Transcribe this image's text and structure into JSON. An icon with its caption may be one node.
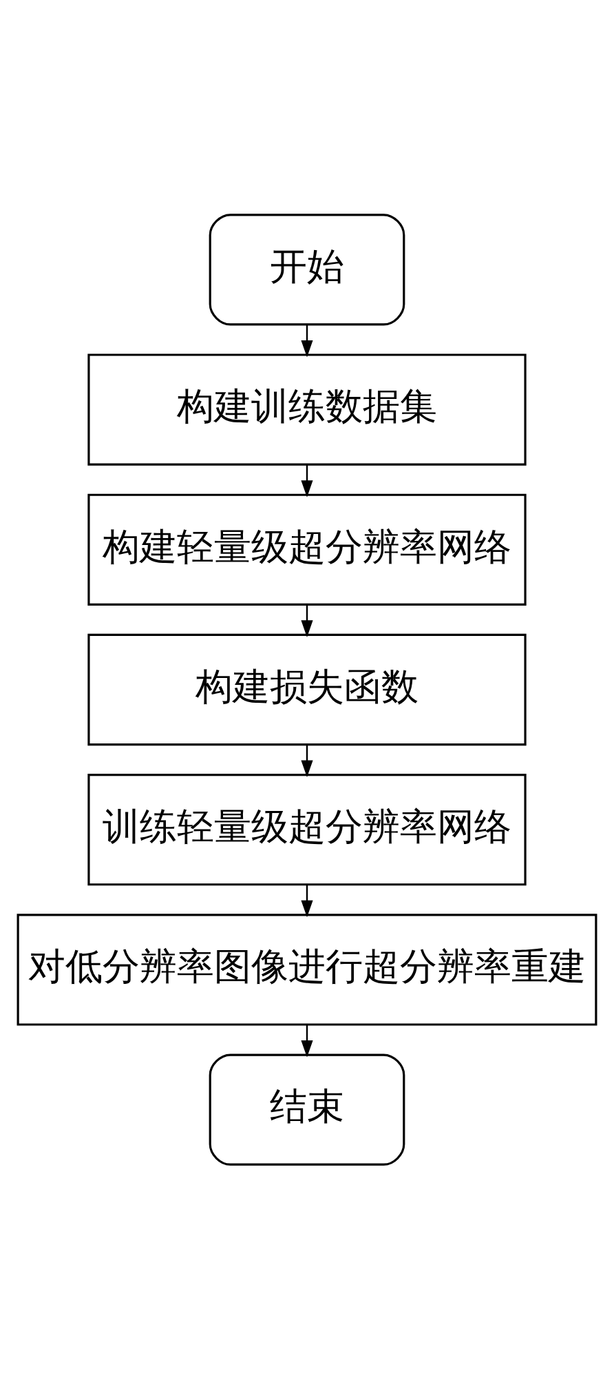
{
  "diagram": {
    "nodes": [
      {
        "text": [
          "开始"
        ]
      },
      {
        "text": [
          "构建训练数据集"
        ]
      },
      {
        "text": [
          "构建轻量级超分辨率网络"
        ]
      },
      {
        "text": [
          "构建损失函数"
        ]
      },
      {
        "text": [
          "训练轻量级超分辨率网络"
        ]
      },
      {
        "text": [
          "对低分辨率图像进行超分辨率重建"
        ]
      },
      {
        "text": [
          "结束"
        ]
      }
    ],
    "edges": [
      {
        "from": 0,
        "to": 1,
        "arrow": "to"
      },
      {
        "from": 1,
        "to": 2,
        "arrow": "to"
      },
      {
        "from": 2,
        "to": 3,
        "arrow": "to"
      },
      {
        "from": 3,
        "to": 4,
        "arrow": "to"
      },
      {
        "from": 4,
        "to": 5,
        "arrow": "to"
      },
      {
        "from": 5,
        "to": 6,
        "arrow": "to"
      }
    ]
  }
}
